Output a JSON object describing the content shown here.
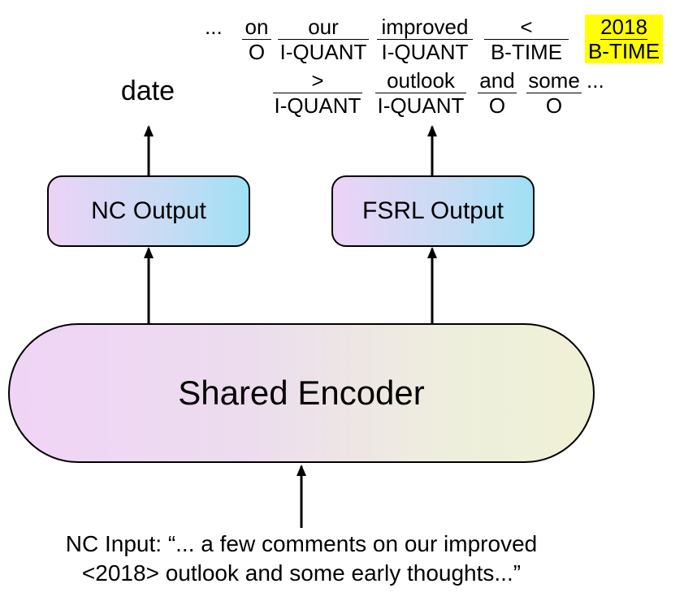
{
  "output_label": "date",
  "nc_output": "NC Output",
  "fsrl_output": "FSRL Output",
  "encoder": "Shared Encoder",
  "input_line1": "NC Input: “... a few comments on our improved",
  "input_line2": "<2018> outlook and some early thoughts...”",
  "sequence": {
    "leading_ellipsis": "...",
    "trailing_ellipsis": "...",
    "row1": [
      {
        "word": "on",
        "tag": "O"
      },
      {
        "word": "our",
        "tag": "I-QUANT"
      },
      {
        "word": "improved",
        "tag": "I-QUANT"
      },
      {
        "word": "<",
        "tag": "B-TIME"
      },
      {
        "word": "2018",
        "tag": "B-TIME",
        "highlight": true
      }
    ],
    "row2": [
      {
        "word": ">",
        "tag": "I-QUANT"
      },
      {
        "word": "outlook",
        "tag": "I-QUANT"
      },
      {
        "word": "and",
        "tag": "O"
      },
      {
        "word": "some",
        "tag": "O"
      }
    ]
  },
  "colors": {
    "highlight": "#ffff00",
    "box_gradient_start": "#ecd3f6",
    "box_gradient_end": "#9ee0f4",
    "encoder_gradient_start": "#f0d4f7",
    "encoder_gradient_end": "#eff1d5"
  }
}
